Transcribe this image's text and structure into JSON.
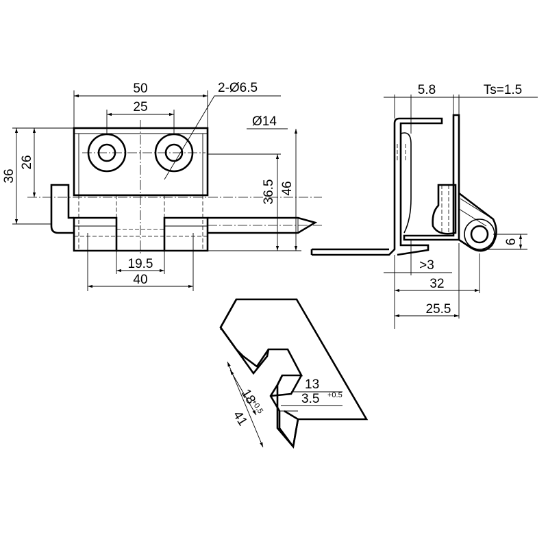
{
  "front_view": {
    "width": "50",
    "hole_spacing": "25",
    "hole_callout": "2-Ø6.5",
    "pin_diameter": "Ø14",
    "total_height": "36",
    "upper_height": "26",
    "pin_height_1": "36.5",
    "pin_height_2": "46",
    "knuckle_length": "19.5",
    "lower_width": "40"
  },
  "side_view": {
    "offset": "5.8",
    "thickness": "Ts=1.5",
    "knuckle_height": "6",
    "min_gap": ">3",
    "total_depth": "32",
    "leaf_depth": "25.5"
  },
  "iso_view": {
    "slot_depth": "13",
    "slot_width": "3.5",
    "slot_width_tol": "+0.5",
    "leaf_width": "18",
    "leaf_width_tol": "+0.5",
    "total_length": "41"
  }
}
